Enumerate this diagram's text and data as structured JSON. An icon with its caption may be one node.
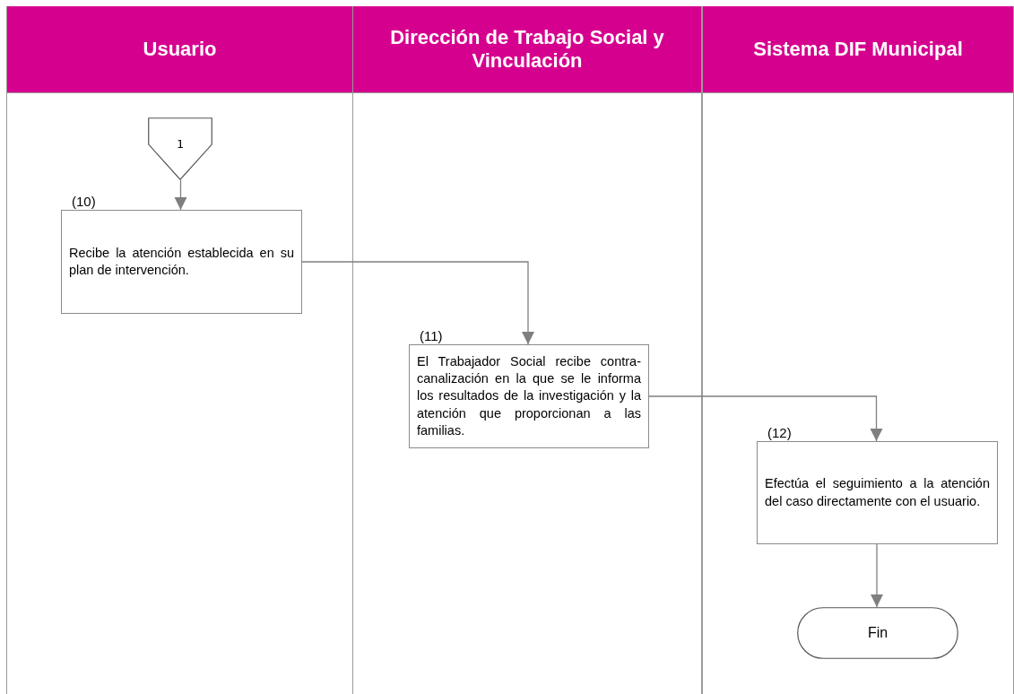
{
  "diagram": {
    "nodes": [
      {
        "text": [
          "Usuario"
        ]
      },
      {
        "text": [
          "Dirección de Trabajo Social y Vinculación"
        ]
      },
      {
        "text": [
          "Sistema DIF Municipal"
        ]
      },
      {
        "text": [
          "1"
        ],
        "in": 0
      },
      {
        "text": [
          "(10)",
          "Recibe la atención establecida en su plan de intervención."
        ],
        "in": 0
      },
      {
        "text": [
          "(11)",
          "El Trabajador Social recibe contra-canalización en la que se le informa los resultados de la investigación y la atención que proporcionan a las familias."
        ],
        "in": 1
      },
      {
        "text": [
          "(12)",
          "Efectúa el seguimiento a la atención del caso directamente con el usuario."
        ],
        "in": 2
      },
      {
        "text": [
          "Fin"
        ],
        "in": 2
      }
    ],
    "edges": [
      {
        "from": 3,
        "to": 4,
        "arrow": "to"
      },
      {
        "from": 4,
        "to": 5,
        "arrow": "to"
      },
      {
        "from": 5,
        "to": 6,
        "arrow": "to"
      },
      {
        "from": 6,
        "to": 7,
        "arrow": "to"
      }
    ]
  }
}
